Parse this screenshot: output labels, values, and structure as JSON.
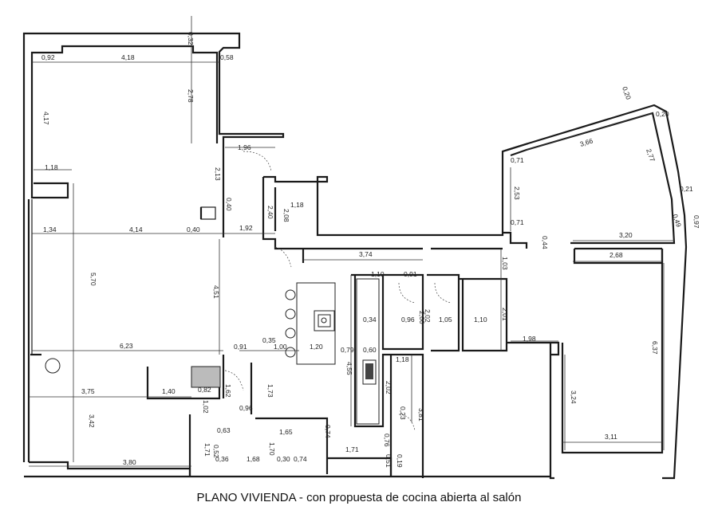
{
  "caption": "PLANO VIVIENDA - con propuesta de cocina abierta al salón",
  "dimensions": {
    "d_032": "0,32",
    "d_092": "0,92",
    "d_418": "4,18",
    "d_058": "0,58",
    "d_278": "2,78",
    "d_417": "4,17",
    "d_196": "1,96",
    "d_118a": "1,18",
    "d_213": "2,13",
    "d_040a": "0,40",
    "d_240": "2,40",
    "d_118b": "1,18",
    "d_208": "2,08",
    "d_134": "1,34",
    "d_414": "4,14",
    "d_040b": "0,40",
    "d_192": "1,92",
    "d_570": "5,70",
    "d_451": "4,51",
    "d_374": "3,74",
    "d_110a": "1,10",
    "d_091a": "0,91",
    "d_034": "0,34",
    "d_096a": "0,96",
    "d_202": "2,02",
    "d_200": "2,00",
    "d_105": "1,05",
    "d_110b": "1,10",
    "d_623": "6,23",
    "d_091b": "0,91",
    "d_035": "0,35",
    "d_100": "1,00",
    "d_120": "1,20",
    "d_079": "0,79",
    "d_060": "0,60",
    "d_455": "4,55",
    "d_118c": "1,18",
    "d_375": "3,75",
    "d_140": "1,40",
    "d_082": "0,82",
    "d_162": "1,62",
    "d_173": "1,73",
    "d_102": "1,02",
    "d_096b": "0,96",
    "d_342": "3,42",
    "d_063": "0,63",
    "d_052": "0,52",
    "d_171a": "1,71",
    "d_165": "1,65",
    "d_074a": "0,74",
    "d_170": "1,70",
    "d_036": "0,36",
    "d_168": "1,68",
    "d_030": "0,30",
    "d_074b": "0,74",
    "d_171b": "1,71",
    "d_380": "3,80",
    "d_202b": "2,02",
    "d_023": "0,23",
    "d_381": "3,81",
    "d_076": "0,76",
    "d_051": "0,51",
    "d_019": "0,19",
    "d_020a": "0,20",
    "d_020b": "0,20",
    "d_366": "3,66",
    "d_277": "2,77",
    "d_071a": "0,71",
    "d_253": "2,53",
    "d_021": "0,21",
    "d_071b": "0,71",
    "d_049": "0,49",
    "d_097": "0,97",
    "d_044": "0,44",
    "d_320": "3,20",
    "d_268": "2,68",
    "d_103": "1,03",
    "d_201": "2,01",
    "d_198": "1,98",
    "d_637": "6,37",
    "d_324": "3,24",
    "d_311": "3,11"
  }
}
